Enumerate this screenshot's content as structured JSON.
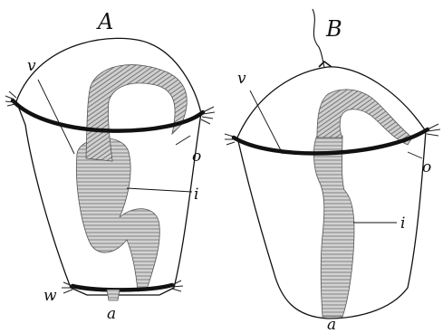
{
  "figure": {
    "panel_a": {
      "title": "A",
      "labels": {
        "v": "v",
        "o": "o",
        "i": "i",
        "w": "w",
        "a": "a"
      }
    },
    "panel_b": {
      "title": "B",
      "labels": {
        "v": "v",
        "o": "o",
        "i": "i",
        "a": "a"
      }
    },
    "colors": {
      "ink": "#111111",
      "shade": "#9a9a9a",
      "paper": "#ffffff"
    }
  }
}
